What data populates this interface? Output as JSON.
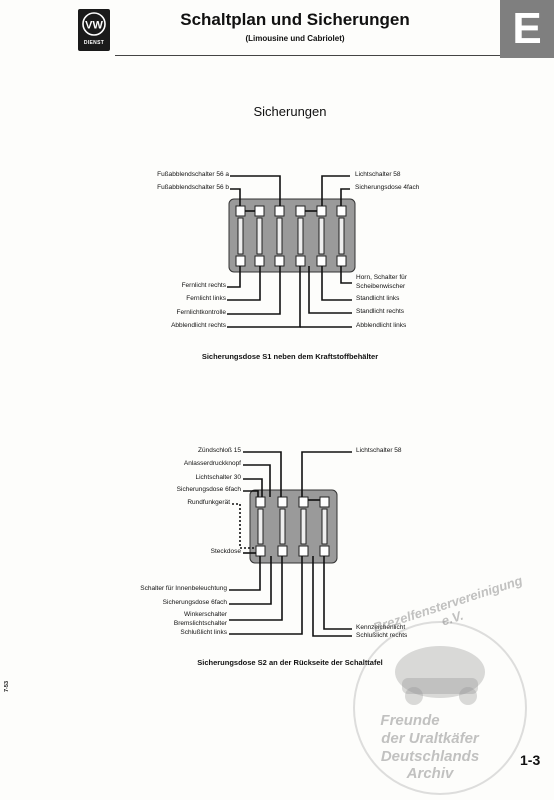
{
  "header": {
    "logo_badge": "DIENST",
    "title": "Schaltplan und Sicherungen",
    "subtitle": "(Limousine und Cabriolet)",
    "section_letter": "E"
  },
  "section_title": "Sicherungen",
  "box1": {
    "caption": "Sicherungsdose S1 neben dem Kraftstoffbehälter",
    "top_left": [
      "Fußabblendschalter 56 a",
      "Fußabblendschalter 56 b"
    ],
    "top_right": [
      "Lichtschalter 58",
      "Sicherungsdose 4fach"
    ],
    "bottom_left": [
      "Fernlicht rechts",
      "Fernlicht links",
      "Fernlichtkontrolle",
      "Abblendlicht rechts"
    ],
    "bottom_right_1a": "Horn, Schalter für",
    "bottom_right_1b": "Scheibenwischer",
    "bottom_right": [
      "Stand­licht links",
      "Standlicht rechts",
      "Abblendlicht links"
    ]
  },
  "box2": {
    "caption": "Sicherungsdose S2 an der Rückseite der Schalttafel",
    "top_left": [
      "Zündschloß 15",
      "Anlasserdruckknopf",
      "Lichtschalter 30",
      "Sicherungsdose 6fach"
    ],
    "radio": "Rundfunkgerät",
    "socket": "Steckdose",
    "top_right": "Lichtschalter 58",
    "bottom_left": [
      "Schalter für Innenbeleuchtung",
      "Sicherungsdose 6fach",
      "Winkerschalter",
      "Bremslichtschalter",
      "Schlußlicht links"
    ],
    "bottom_right": [
      "Kennzeichenlicht",
      "Schlußlicht rechts"
    ]
  },
  "side_note": "7-53",
  "page_number": "1-3",
  "watermark": {
    "arc": "Brezelfenstervereinigung e.V.",
    "line1": "Freunde",
    "line2": "der Uraltkäfer",
    "line3": "Deutschlands",
    "line4": "Archiv"
  }
}
